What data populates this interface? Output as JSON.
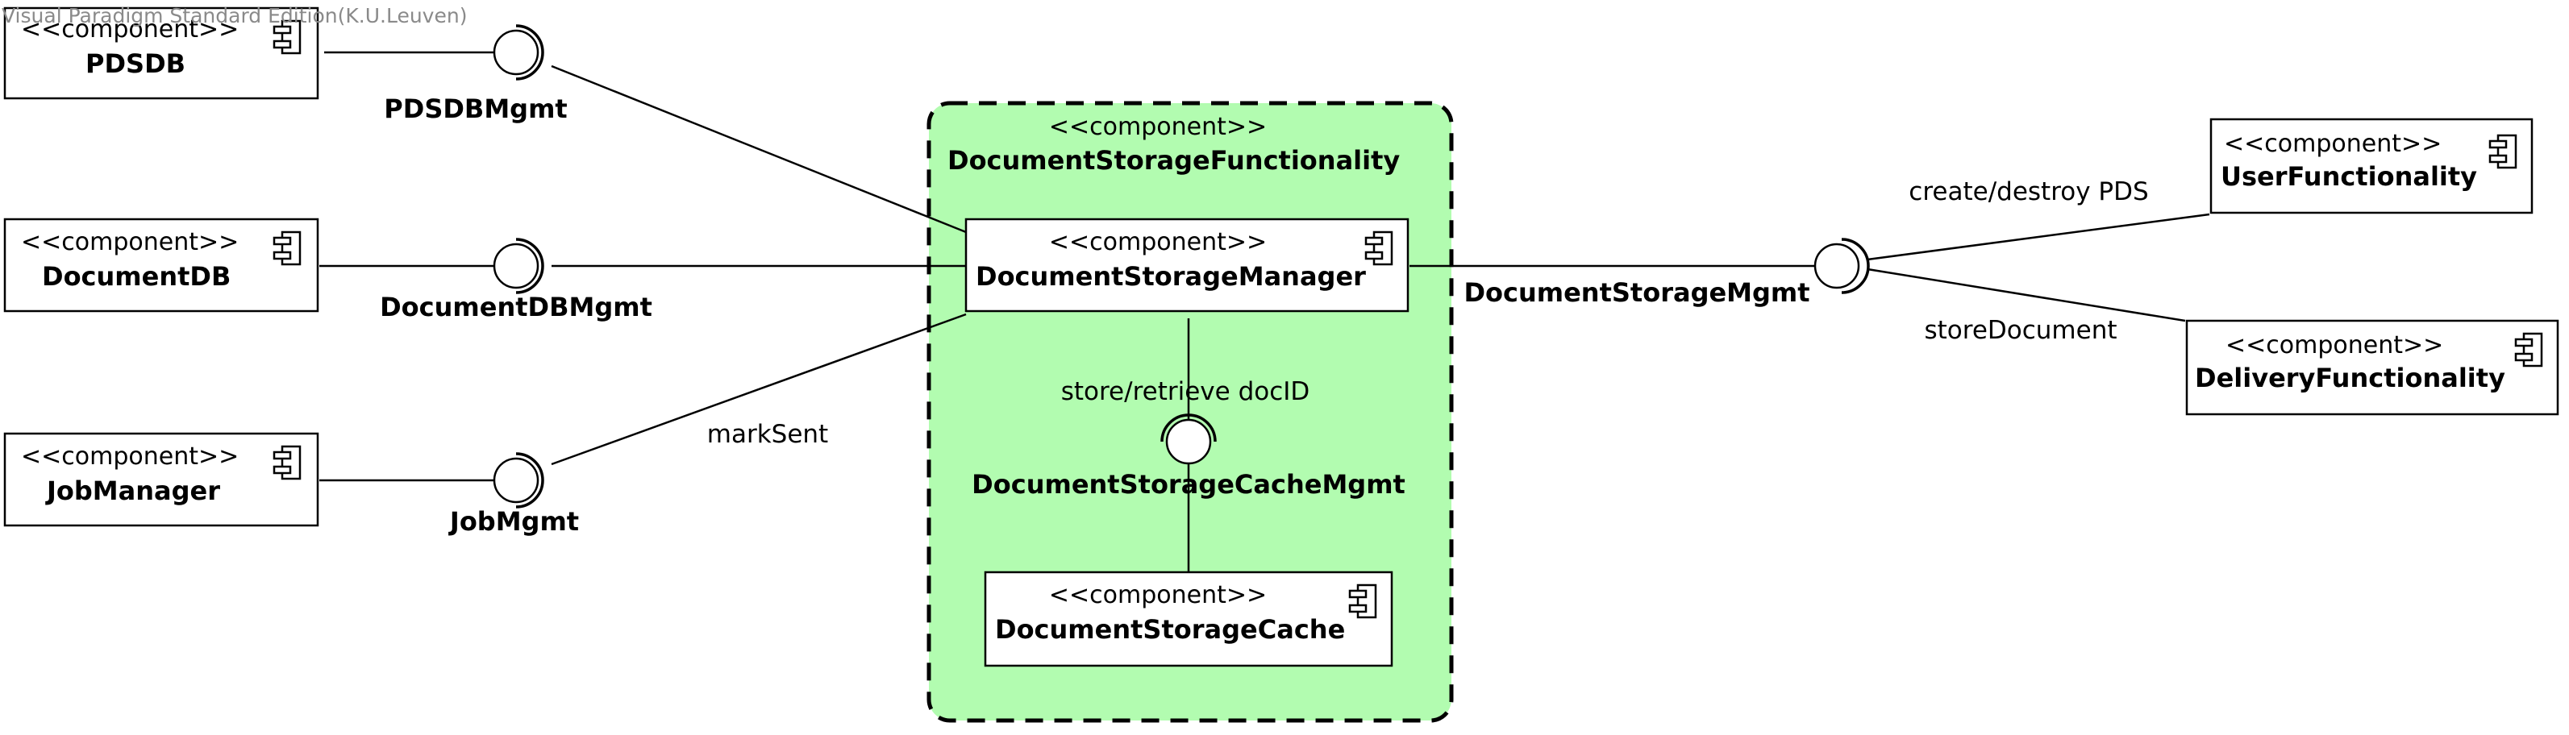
{
  "watermark": "Visual Paradigm Standard Edition(K.U.Leuven)",
  "colors": {
    "container_fill": "#b2fcb0",
    "stroke": "#000000"
  },
  "stereotype": "<<component>>",
  "components": {
    "pdsdb": "PDSDB",
    "document_db": "DocumentDB",
    "job_manager": "JobManager",
    "container": "DocumentStorageFunctionality",
    "manager": "DocumentStorageManager",
    "cache": "DocumentStorageCache",
    "user_functionality": "UserFunctionality",
    "delivery_functionality": "DeliveryFunctionality"
  },
  "interfaces": {
    "pdsdb_mgmt": "PDSDBMgmt",
    "document_db_mgmt": "DocumentDBMgmt",
    "job_mgmt": "JobMgmt",
    "cache_mgmt": "DocumentStorageCacheMgmt",
    "storage_mgmt": "DocumentStorageMgmt"
  },
  "edge_labels": {
    "mark_sent": "markSent",
    "store_retrieve": "store/retrieve docID",
    "create_destroy": "create/destroy PDS",
    "store_document": "storeDocument"
  },
  "icon": "component-icon"
}
